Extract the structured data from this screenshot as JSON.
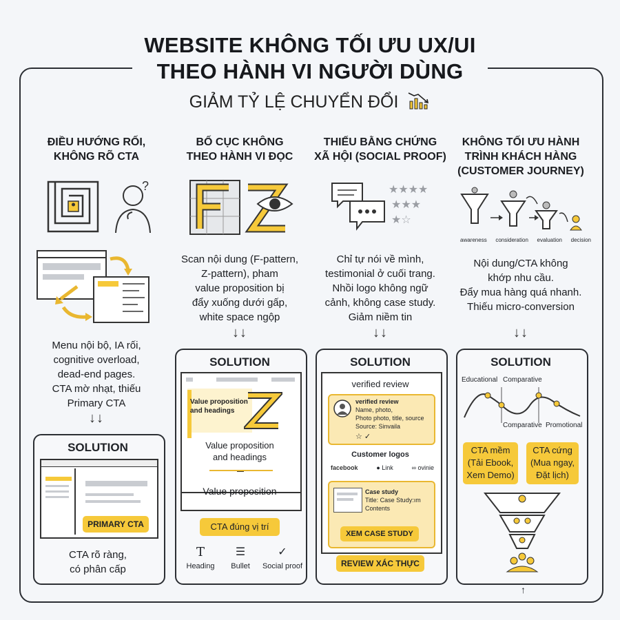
{
  "header": {
    "title_line1": "WEBSITE KHÔNG TỐI ƯU UX/UI",
    "title_line2": "THEO HÀNH VI NGƯỜI DÙNG",
    "subtitle": "GIẢM TỶ LỆ CHUYỂN ĐỔI"
  },
  "columns": [
    {
      "heading_1": "ĐIỀU HƯỚNG RỐI,",
      "heading_2": "KHÔNG RÕ CTA",
      "desc": [
        "Menu nội bộ, IA rối,",
        "cognitive overload,",
        "dead-end pages.",
        "CTA mờ nhạt, thiếu",
        "Primary CTA"
      ],
      "solution_title": "SOLUTION",
      "cta": "PRIMARY CTA",
      "caption_1": "CTA rõ ràng,",
      "caption_2": "có phân cấp"
    },
    {
      "heading_1": "BỐ CỤC KHÔNG",
      "heading_2": "THEO HÀNH VI ĐỌC",
      "desc": [
        "Scan nội dung (F-pattern,",
        "Z-pattern), pham",
        "value proposition bị",
        "đẩy xuống dưới gấp,",
        "white space ngộp"
      ],
      "solution_title": "SOLUTION",
      "vp_small_1": "Value proposition",
      "vp_small_2": "and headings",
      "vp_mid_1": "Value proposition",
      "vp_mid_2": "and headings",
      "vp_bottom": "Value proposition",
      "cta": "CTA đúng vị trí",
      "icons": [
        {
          "icon": "text-icon",
          "label": "Heading"
        },
        {
          "icon": "bullet-list-icon",
          "label": "Bullet"
        },
        {
          "icon": "check-circle-icon",
          "label": "Social proof"
        }
      ]
    },
    {
      "heading_1": "THIẾU BẰNG CHỨNG",
      "heading_2": "XÃ HỘI (SOCIAL PROOF)",
      "desc": [
        "Chỉ tự nói về mình,",
        "testimonial ở cuối trang.",
        "Nhồi logo không ngữ",
        "cảnh, không case study.",
        "Giảm niềm tin"
      ],
      "solution_title": "SOLUTION",
      "review_heading": "verified review",
      "card_title": "verified review",
      "card_line1": "Name, photo,",
      "card_line2": "Photo photo, title, source",
      "card_source": "Source: Sinvaila",
      "logos_heading": "Customer logos",
      "logos": [
        "facebook",
        "Link",
        "ovinie"
      ],
      "case_title": "Case study",
      "case_line1": "Title: Case Study:ım",
      "case_line2": "Contents",
      "case_button": "XEM CASE STUDY",
      "cta": "REVIEW XÁC THỰC"
    },
    {
      "heading_1": "KHÔNG TỐI ƯU HÀNH",
      "heading_2": "TRÌNH KHÁCH HÀNG",
      "heading_3": "(CUSTOMER JOURNEY)",
      "stages": [
        "awareness",
        "consideration",
        "evaluation",
        "decision"
      ],
      "desc": [
        "Nội dung/CTA không",
        "khớp nhu cầu.",
        "Đẩy mua hàng quá nhanh.",
        "Thiếu micro-conversion"
      ],
      "solution_title": "SOLUTION",
      "curve_labels": [
        "Educational",
        "Comparative",
        "Comparative",
        "Promotional"
      ],
      "cta_soft_1": "CTA mềm",
      "cta_soft_2": "(Tải Ebook,",
      "cta_soft_3": "Xem Demo)",
      "cta_hard_1": "CTA cứng",
      "cta_hard_2": "(Mua ngay,",
      "cta_hard_3": "Đặt lịch)"
    }
  ],
  "colors": {
    "accent": "#f6c93a",
    "stroke": "#2b2e33",
    "background": "#f4f6f9"
  }
}
